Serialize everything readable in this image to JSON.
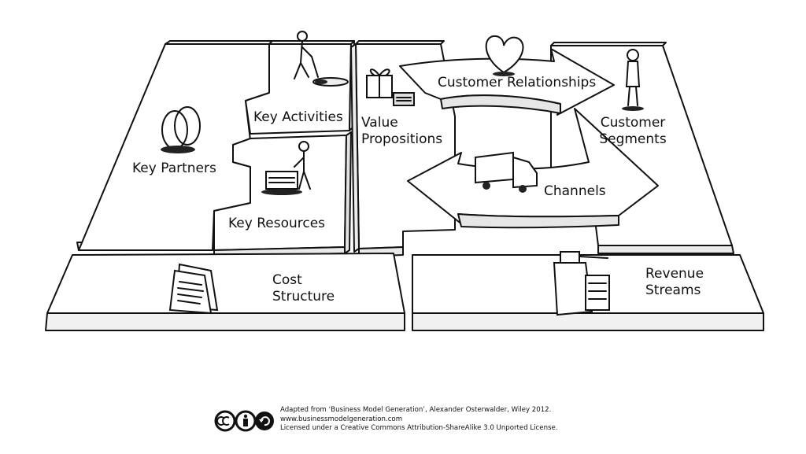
{
  "blocks": {
    "key_partners": "Key Partners",
    "key_activities": "Key Activities",
    "key_resources": "Key Resources",
    "value_propositions": [
      "Value",
      "Propositions"
    ],
    "customer_relationships": "Customer Relationships",
    "channels": "Channels",
    "customer_segments": [
      "Customer",
      "Segments"
    ],
    "cost_structure": [
      "Cost",
      "Structure"
    ],
    "revenue_streams": [
      "Revenue",
      "Streams"
    ]
  },
  "illustrations": {
    "key_partners": "interlocked-rings-icon",
    "key_activities": "person-digging-icon",
    "key_resources": "person-with-machine-icon",
    "value_propositions": "gift-box-icon",
    "customer_relationships": "heart-icon",
    "channels": "delivery-truck-icon",
    "customer_segments": "standing-person-icon",
    "cost_structure": "receipt-papers-icon",
    "revenue_streams": "cash-register-icon"
  },
  "footer": {
    "license_icons": [
      "cc",
      "by",
      "sa"
    ],
    "line1": "Adapted from ‘Business Model Generation’, Alexander Osterwalder, Wiley 2012.",
    "line2": "www.businessmodelgeneration.com",
    "line3": "Licensed under a Creative Commons Attribution-ShareAlike 3.0 Unported License."
  },
  "colors": {
    "stroke": "#111111",
    "top": "#ffffff",
    "side": "#f2f2f2",
    "shadow": "#dcdcdc"
  }
}
